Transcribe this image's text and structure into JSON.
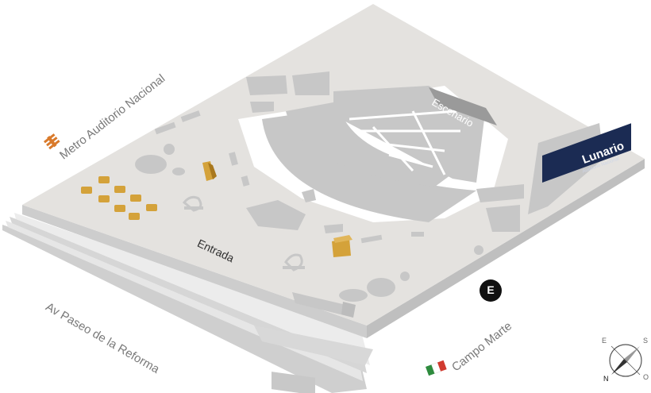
{
  "labels": {
    "metro": "Metro Auditorio Nacional",
    "paseo": "Av Paseo de la Reforma",
    "campo": "Campo Marte",
    "entrada": "Entrada",
    "escenario": "Escenario",
    "exit_marker": "E"
  },
  "lunario": {
    "name": "Lunario",
    "subtitle": "Auditorio Nacional"
  },
  "compass": {
    "e": "E",
    "s": "S",
    "n": "N",
    "o": "O"
  },
  "icons": [
    "metro-icon",
    "campo-marte-flag-icon",
    "crescent-moon-icon",
    "compass-icon"
  ],
  "colors": {
    "ground": "#e4e2df",
    "building": "#c7c7c7",
    "walkway": "#ffffff",
    "kiosk": "#d4a23a",
    "metro": "#d97a2b",
    "lunario": "#1b2b53",
    "stage": "#9a9a9a"
  }
}
